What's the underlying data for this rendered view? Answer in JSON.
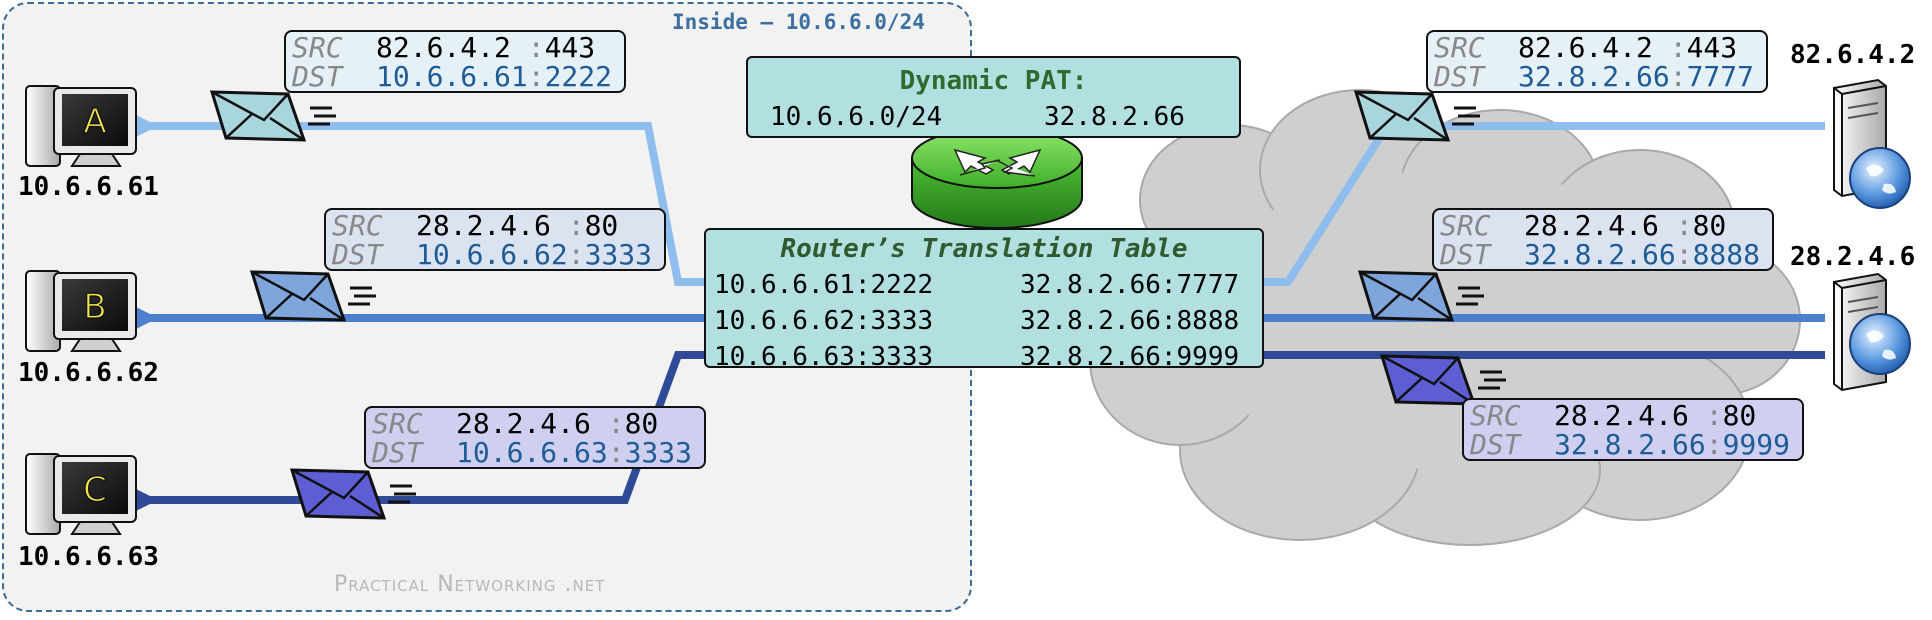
{
  "inside_label": "Inside – 10.6.6.0/24",
  "brand": "Practical Networking .net",
  "hosts": [
    {
      "letter": "A",
      "ip": "10.6.6.61"
    },
    {
      "letter": "B",
      "ip": "10.6.6.62"
    },
    {
      "letter": "C",
      "ip": "10.6.6.63"
    }
  ],
  "servers": [
    {
      "ip": "82.6.4.2"
    },
    {
      "ip": "28.2.4.6"
    }
  ],
  "pat": {
    "title": "Dynamic PAT:",
    "inside": "10.6.6.0/24",
    "outside": "32.8.2.66"
  },
  "table": {
    "title": "Router’s Translation Table",
    "rows": [
      {
        "inside": "10.6.6.61:2222",
        "outside": "32.8.2.66:7777"
      },
      {
        "inside": "10.6.6.62:3333",
        "outside": "32.8.2.66:8888"
      },
      {
        "inside": "10.6.6.63:3333",
        "outside": "32.8.2.66:9999"
      }
    ]
  },
  "packet_labels": {
    "src": "SRC",
    "dst": "DST"
  },
  "packets_inside": [
    {
      "src_ip": "82.6.4.2 ",
      "src_port": "443",
      "dst_ip": "10.6.6.61",
      "dst_port": "2222"
    },
    {
      "src_ip": "28.2.4.6 ",
      "src_port": "80",
      "dst_ip": "10.6.6.62",
      "dst_port": "3333"
    },
    {
      "src_ip": "28.2.4.6 ",
      "src_port": "80",
      "dst_ip": "10.6.6.63",
      "dst_port": "3333"
    }
  ],
  "packets_outside": [
    {
      "src_ip": "82.6.4.2 ",
      "src_port": "443",
      "dst_ip": "32.8.2.66",
      "dst_port": "7777"
    },
    {
      "src_ip": "28.2.4.6 ",
      "src_port": "80",
      "dst_ip": "32.8.2.66",
      "dst_port": "8888"
    },
    {
      "src_ip": "28.2.4.6 ",
      "src_port": "80",
      "dst_ip": "32.8.2.66",
      "dst_port": "9999"
    }
  ],
  "colors": {
    "flow1": "#8fbdee",
    "flow2": "#4c7fcd",
    "flow3": "#2f4a96",
    "router_green": "#55c93a",
    "box_teal": "#b2dfe0",
    "arrow_green": "#3a7d2c",
    "cloud": "#cfcfcf"
  },
  "icons": [
    "computer-icon",
    "server-icon",
    "router-icon",
    "envelope-icon",
    "cloud-icon",
    "globe-icon"
  ]
}
